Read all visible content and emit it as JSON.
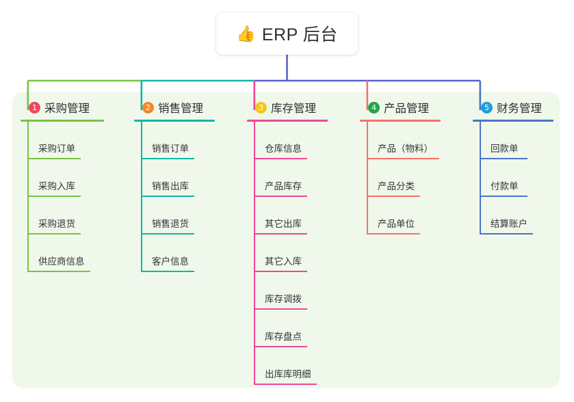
{
  "root": {
    "icon": "thumbs-up-emoji",
    "emoji": "👍",
    "title": "ERP 后台"
  },
  "palette": {
    "panel_bg": "#eff8ea",
    "page_bg": "#ffffff",
    "root_line": "#5b5fc7",
    "col1": "#7ac143",
    "col2": "#11b5a5",
    "col3": "#ec4899",
    "col4": "#f4726a",
    "col5": "#4a73c8",
    "badge1": "#f1485f",
    "badge2": "#f0892a",
    "badge3": "#f5c518",
    "badge4": "#22a84a",
    "badge5": "#1e9ed9"
  },
  "columns": [
    {
      "number": "1",
      "title": "采购管理",
      "badge_color": "#f1485f",
      "line_color": "#7ac143",
      "head_rule_width": 122,
      "items": [
        {
          "label": "采购订单",
          "rule_width": 78
        },
        {
          "label": "采购入库",
          "rule_width": 78
        },
        {
          "label": "采购退货",
          "rule_width": 78
        },
        {
          "label": "供应商信息",
          "rule_width": 92
        }
      ]
    },
    {
      "number": "2",
      "title": "销售管理",
      "badge_color": "#f0892a",
      "line_color": "#11b5a5",
      "head_rule_width": 118,
      "items": [
        {
          "label": "销售订单",
          "rule_width": 78
        },
        {
          "label": "销售出库",
          "rule_width": 78
        },
        {
          "label": "销售退货",
          "rule_width": 78
        },
        {
          "label": "客户信息",
          "rule_width": 78
        }
      ]
    },
    {
      "number": "3",
      "title": "库存管理",
      "badge_color": "#f5c518",
      "line_color": "#ec4899",
      "head_rule_width": 118,
      "items": [
        {
          "label": "仓库信息",
          "rule_width": 78
        },
        {
          "label": "产品库存",
          "rule_width": 78
        },
        {
          "label": "其它出库",
          "rule_width": 78
        },
        {
          "label": "其它入库",
          "rule_width": 78
        },
        {
          "label": "库存调拨",
          "rule_width": 78
        },
        {
          "label": "库存盘点",
          "rule_width": 78
        },
        {
          "label": "出库库明细",
          "rule_width": 92
        }
      ]
    },
    {
      "number": "4",
      "title": "产品管理",
      "badge_color": "#22a84a",
      "line_color": "#f4726a",
      "head_rule_width": 118,
      "items": [
        {
          "label": "产品（物料）",
          "rule_width": 106
        },
        {
          "label": "产品分类",
          "rule_width": 78
        },
        {
          "label": "产品单位",
          "rule_width": 78
        }
      ]
    },
    {
      "number": "5",
      "title": "财务管理",
      "badge_color": "#1e9ed9",
      "line_color": "#4a73c8",
      "head_rule_width": 118,
      "items": [
        {
          "label": "回款单",
          "rule_width": 70
        },
        {
          "label": "付款单",
          "rule_width": 70
        },
        {
          "label": "结算账户",
          "rule_width": 78
        }
      ]
    }
  ]
}
